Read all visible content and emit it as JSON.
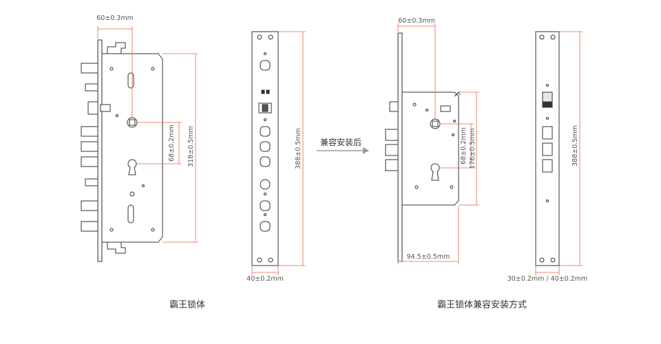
{
  "colors": {
    "line": "#333333",
    "dimension": "#e8643a",
    "gray_fill": "#e6e6e6",
    "arrow": "#9a9a9a",
    "text": "#333333"
  },
  "left": {
    "caption": "霸王锁体",
    "dim_backset": "60±0.3mm",
    "dim_handle_cyl": "68±0.2mm",
    "dim_body_height": "318±0.5mm",
    "dim_faceplate_height": "388±0.5mm",
    "dim_faceplate_width": "40±0.2mm"
  },
  "transition": {
    "label": "兼容安装后"
  },
  "right": {
    "caption": "霸王锁体兼容安装方式",
    "dim_backset": "60±0.3mm",
    "dim_handle_cyl": "68±0.2mm",
    "dim_body_height": "176±0.5mm",
    "dim_body_width": "94.5±0.5mm",
    "dim_faceplate_height": "388±0.5mm",
    "dim_faceplate_width": "30±0.2mm / 40±0.2mm"
  }
}
